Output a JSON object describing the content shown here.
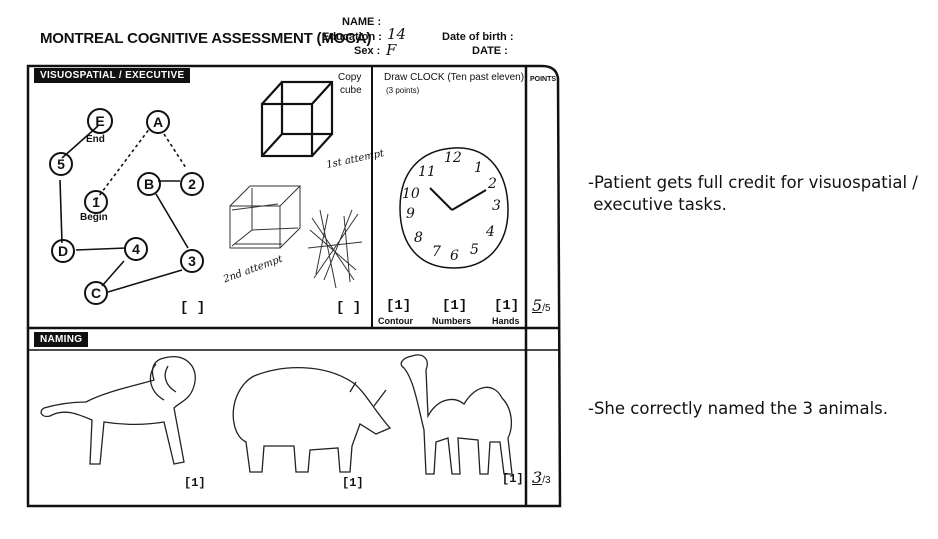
{
  "form": {
    "title": "MONTREAL COGNITIVE ASSESSMENT (MOCA)",
    "name_label": "NAME :",
    "education_label": "Education :",
    "education_value": "14",
    "sex_label": "Sex :",
    "sex_value": "F",
    "dob_label": "Date of birth :",
    "date_label": "DATE :",
    "points_header": "POINTS"
  },
  "visuospatial": {
    "tag": "VISUOSPATIAL / EXECUTIVE",
    "trail_nodes": [
      "E",
      "A",
      "5",
      "B",
      "2",
      "1",
      "D",
      "4",
      "C",
      "3"
    ],
    "end_label": "End",
    "begin_label": "Begin",
    "copy_cube_label_1": "Copy",
    "copy_cube_label_2": "cube",
    "first_attempt": "1st attempt",
    "second_attempt": "2nd attempt",
    "score_box_1": "[ ]",
    "score_box_2": "[ ]",
    "clock_title": "Draw CLOCK (Ten past eleven)",
    "clock_points": "(3 points)",
    "clock_numbers": [
      "12",
      "1",
      "2",
      "3",
      "4",
      "5",
      "6",
      "7",
      "8",
      "9",
      "10",
      "11"
    ],
    "contour_mark": "[1]",
    "numbers_mark": "[1]",
    "hands_mark": "[1]",
    "contour_label": "Contour",
    "numbers_label": "Numbers",
    "hands_label": "Hands",
    "score": "5",
    "score_total": "/5"
  },
  "naming": {
    "tag": "NAMING",
    "lion_mark": "[1]",
    "rhino_mark": "[1]",
    "camel_mark": "[1]",
    "score": "3",
    "score_total": "/3"
  },
  "notes": {
    "note_1": "-Patient gets full credit for visuospatial /\n executive tasks.",
    "note_2": "-She correctly named the 3 animals."
  }
}
